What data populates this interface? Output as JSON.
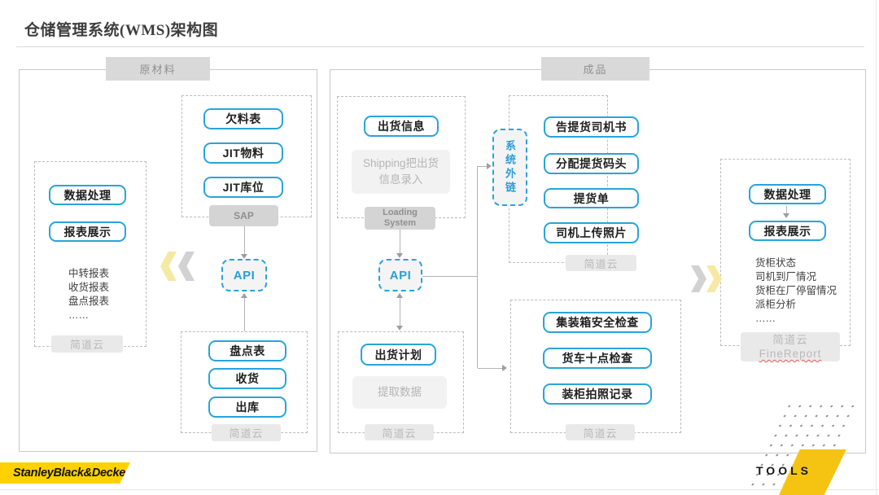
{
  "title": "仓储管理系统(WMS)架构图",
  "colors": {
    "accent_blue": "#29a4d9",
    "brand_yellow": "#ffd100",
    "tools_yellow": "#f5c413"
  },
  "panels": {
    "raw_materials": {
      "label": "原材料",
      "jdy_reports": {
        "boxes": [
          "数据处理",
          "报表展示"
        ],
        "list": [
          "中转报表",
          "收货报表",
          "盘点报表",
          "……"
        ],
        "tag": "简道云"
      },
      "sap_group": {
        "boxes": [
          "欠料表",
          "JIT物料",
          "JIT库位"
        ],
        "tag": "SAP"
      },
      "api_label": "API",
      "jdy_ops": {
        "boxes": [
          "盘点表",
          "收货",
          "出库"
        ],
        "tag": "简道云"
      }
    },
    "finished_goods": {
      "label": "成品",
      "shipping_group": {
        "box": "出货信息",
        "note": [
          "Shipping把出货",
          "信息录入"
        ],
        "tag": [
          "Loading",
          "System"
        ]
      },
      "external_link": "系统外链",
      "pickup_group": {
        "boxes": [
          "告提货司机书",
          "分配提货码头",
          "提货单",
          "司机上传照片"
        ],
        "tag": "简道云"
      },
      "api_label": "API",
      "plan_group": {
        "box": "出货计划",
        "note": "提取数据",
        "tag": "简道云"
      },
      "inspection_group": {
        "boxes": [
          "集装箱安全检查",
          "货车十点检查",
          "装柜拍照记录"
        ],
        "tag": "简道云"
      },
      "report_group": {
        "boxes": [
          "数据处理",
          "报表展示"
        ],
        "list": [
          "货柜状态",
          "司机到厂情况",
          "货柜在厂停留情况",
          "派柜分析",
          "……"
        ],
        "tag_line1": "简道云",
        "tag_line2": "FineReport"
      }
    }
  },
  "footer": {
    "brand": "StanleyBlack&Decker",
    "tools": "TOOLS"
  }
}
